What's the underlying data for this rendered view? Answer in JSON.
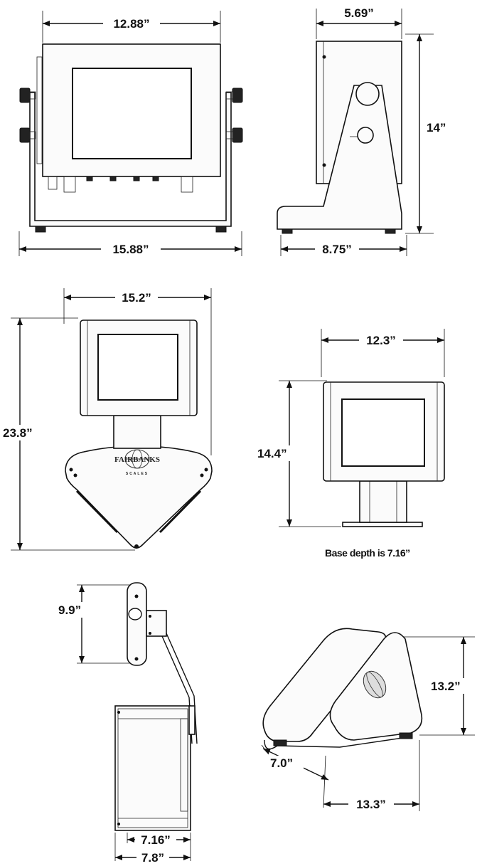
{
  "dimensions": {
    "front_width": "12.88”",
    "front_overall_width": "15.88”",
    "side_depth": "5.69”",
    "side_height": "14”",
    "side_base_depth": "8.75”",
    "wall_width": "15.2”",
    "wall_height": "23.8”",
    "desk_width": "12.3”",
    "desk_height": "14.4”",
    "wall_side_height": "9.9”",
    "wall_side_depth_inner": "7.16”",
    "wall_side_depth_outer": "7.8”",
    "tilt_height": "13.2”",
    "tilt_depth_front": "7.0”",
    "tilt_depth_base": "13.3”"
  },
  "notes": {
    "base_depth": "Base depth is 7.16”"
  },
  "logo": {
    "name": "FAIRBANKS",
    "sub": "SCALES"
  }
}
